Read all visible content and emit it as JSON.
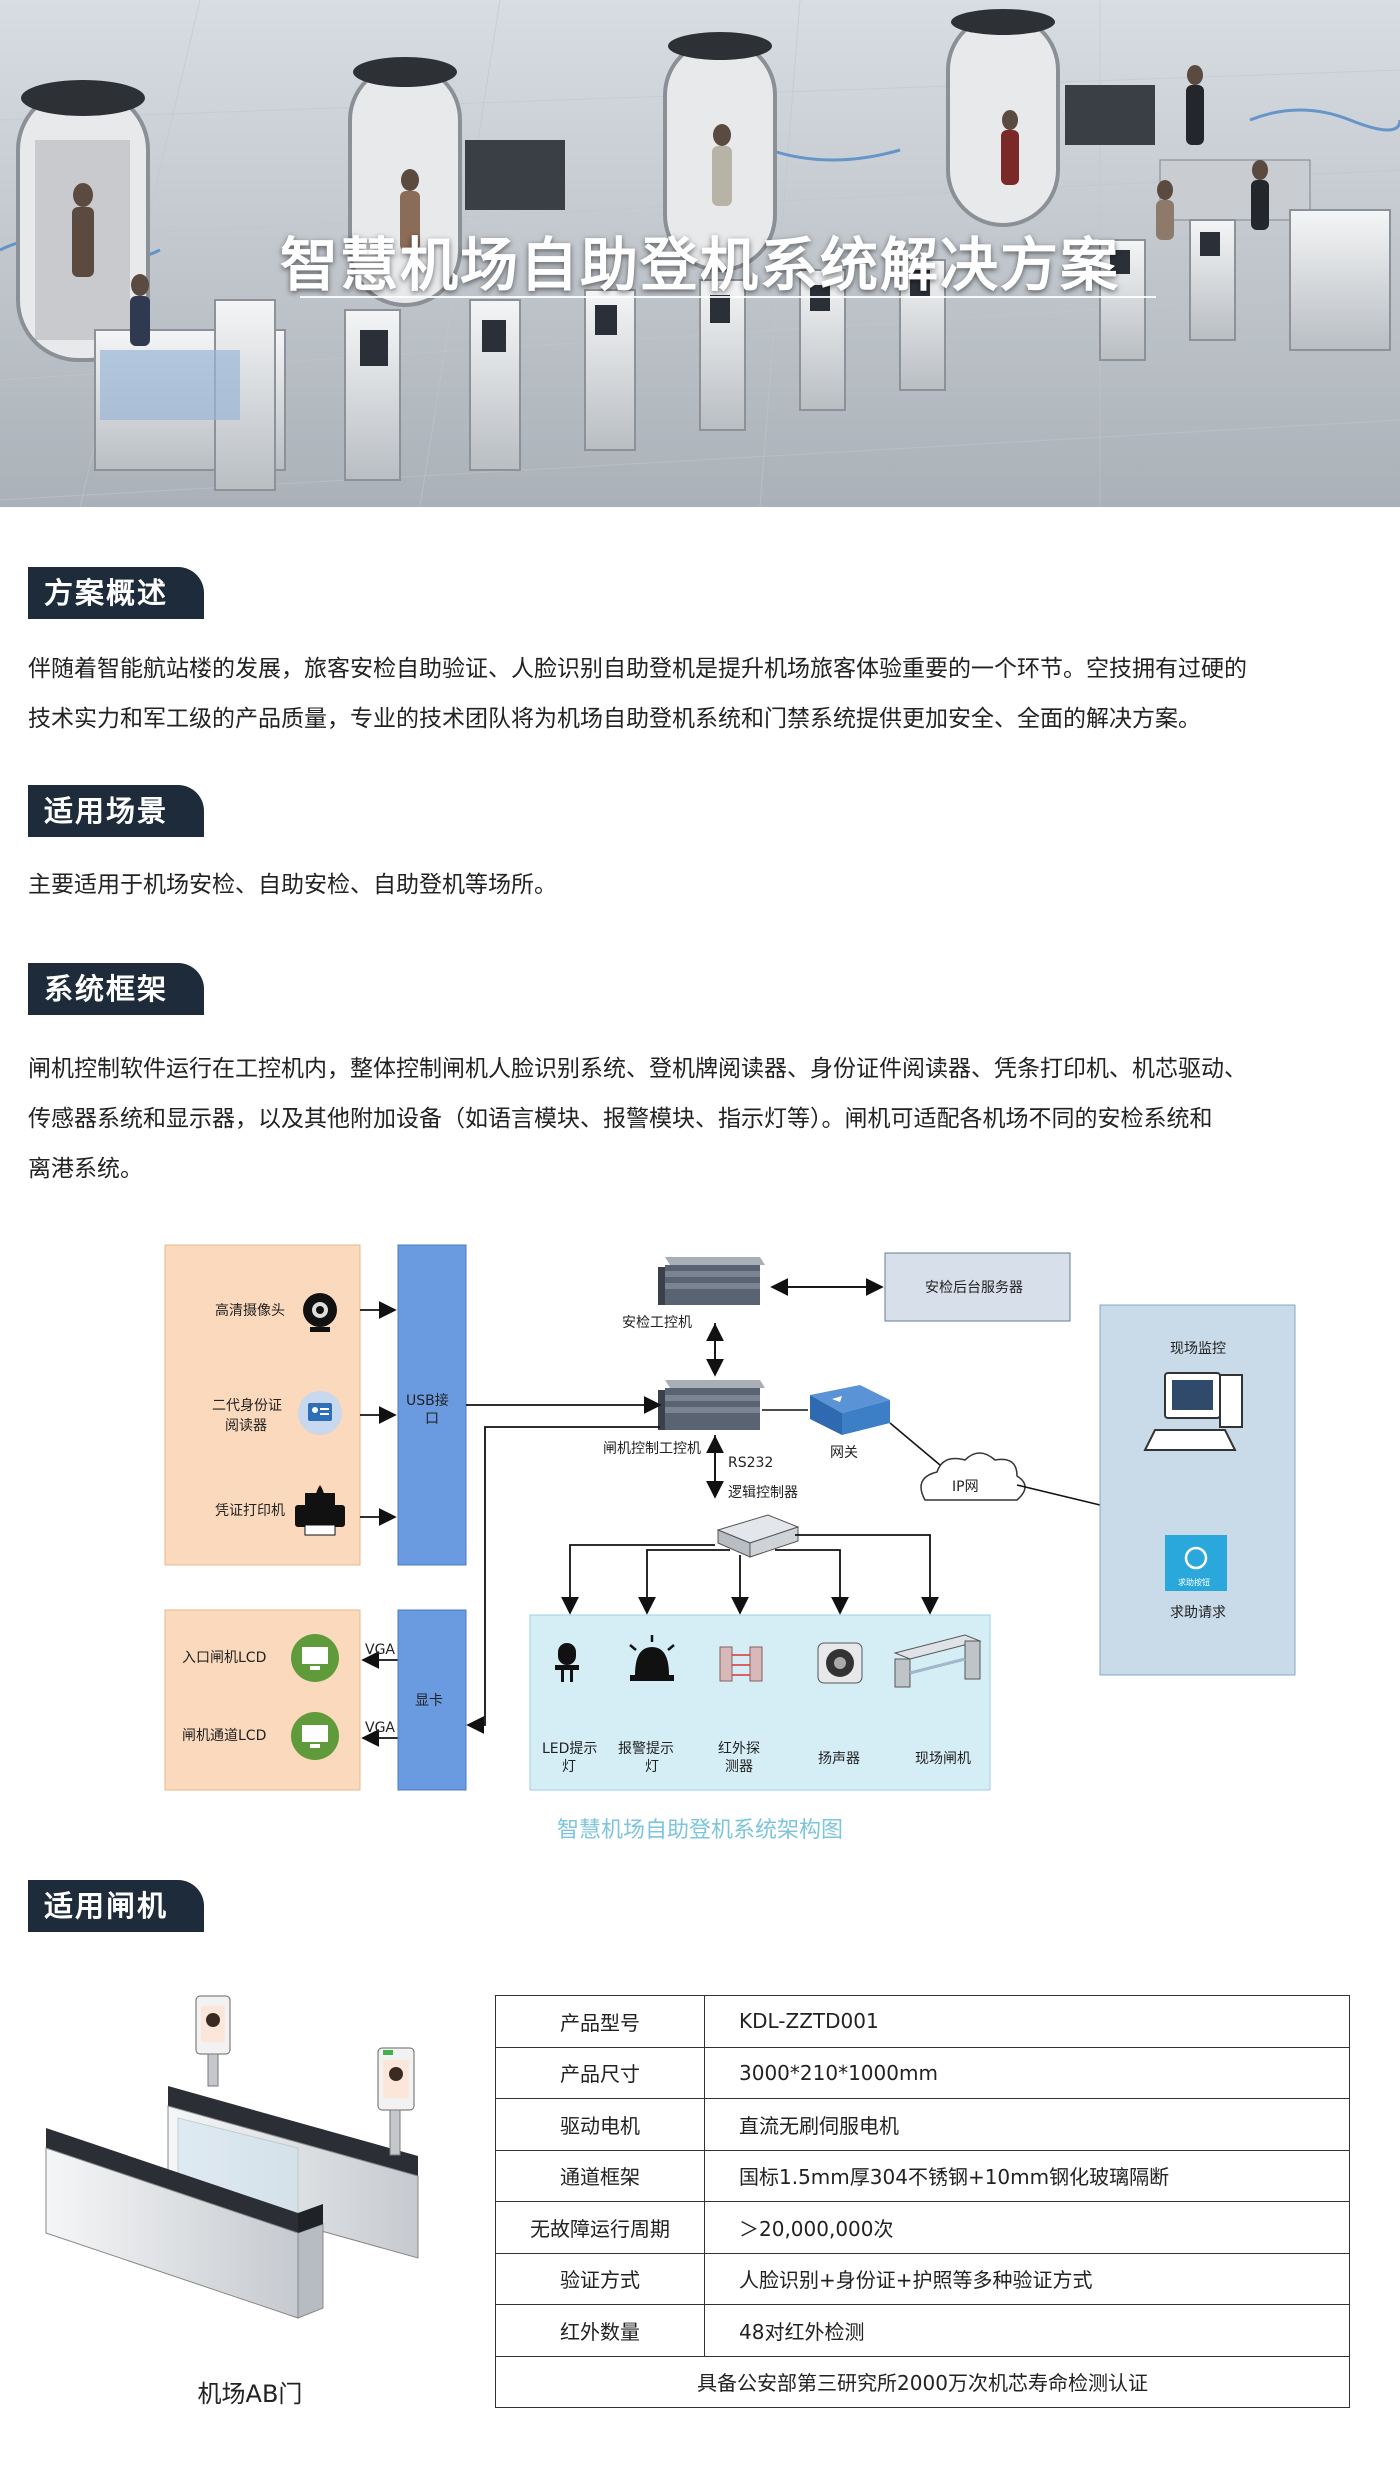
{
  "hero": {
    "title": "智慧机场自助登机系统解决方案"
  },
  "overview": {
    "heading": "方案概述",
    "line1": "伴随着智能航站楼的发展，旅客安检自助验证、人脸识别自助登机是提升机场旅客体验重要的一个环节。空技拥有过硬的",
    "line2": "技术实力和军工级的产品质量，专业的技术团队将为机场自助登机系统和门禁系统提供更加安全、全面的解决方案。"
  },
  "scenes": {
    "heading": "适用场景",
    "line1": "主要适用于机场安检、自助安检、自助登机等场所。"
  },
  "framework": {
    "heading": "系统框架",
    "line1": "闸机控制软件运行在工控机内，整体控制闸机人脸识别系统、登机牌阅读器、身份证件阅读器、凭条打印机、机芯驱动、",
    "line2": "传感器系统和显示器，以及其他附加设备（如语言模块、报警模块、指示灯等）。闸机可适配各机场不同的安检系统和",
    "line3": "离港系统。"
  },
  "diagram": {
    "camera": "高清摄像头",
    "id_reader_1": "二代身份证",
    "id_reader_2": "阅读器",
    "printer": "凭证打印机",
    "usb_1": "USB接",
    "usb_2": "口",
    "entry_lcd": "入口闸机LCD",
    "channel_lcd": "闸机通道LCD",
    "vga_1": "VGA",
    "vga_2": "VGA",
    "gpu": "显卡",
    "security_pc": "安检工控机",
    "backend": "安检后台服务器",
    "gate_pc": "闸机控制工控机",
    "rs232": "RS232",
    "logic": "逻辑控制器",
    "gateway": "网关",
    "ipnet": "IP网",
    "monitor": "现场监控",
    "help": "求助请求",
    "help_icon_text": "求助按钮",
    "led_1": "LED提示",
    "led_2": "灯",
    "alarm_1": "报警提示",
    "alarm_2": "灯",
    "ir_1": "红外探",
    "ir_2": "测器",
    "speaker": "扬声器",
    "field_gate": "现场闸机",
    "caption": "智慧机场自助登机系统架构图"
  },
  "gates": {
    "heading": "适用闸机",
    "image_caption": "机场AB门",
    "specs": [
      {
        "key": "产品型号",
        "value": "KDL-ZZTD001"
      },
      {
        "key": "产品尺寸",
        "value": "3000*210*1000mm"
      },
      {
        "key": "驱动电机",
        "value": "直流无刷伺服电机"
      },
      {
        "key": "通道框架",
        "value": "国标1.5mm厚304不锈钢+10mm钢化玻璃隔断"
      },
      {
        "key": "无故障运行周期",
        "value": "＞20,000,000次"
      },
      {
        "key": "验证方式",
        "value": "人脸识别+身份证+护照等多种验证方式"
      },
      {
        "key": "红外数量",
        "value": "48对红外检测"
      }
    ],
    "certification": "具备公安部第三研究所2000万次机芯寿命检测认证"
  }
}
